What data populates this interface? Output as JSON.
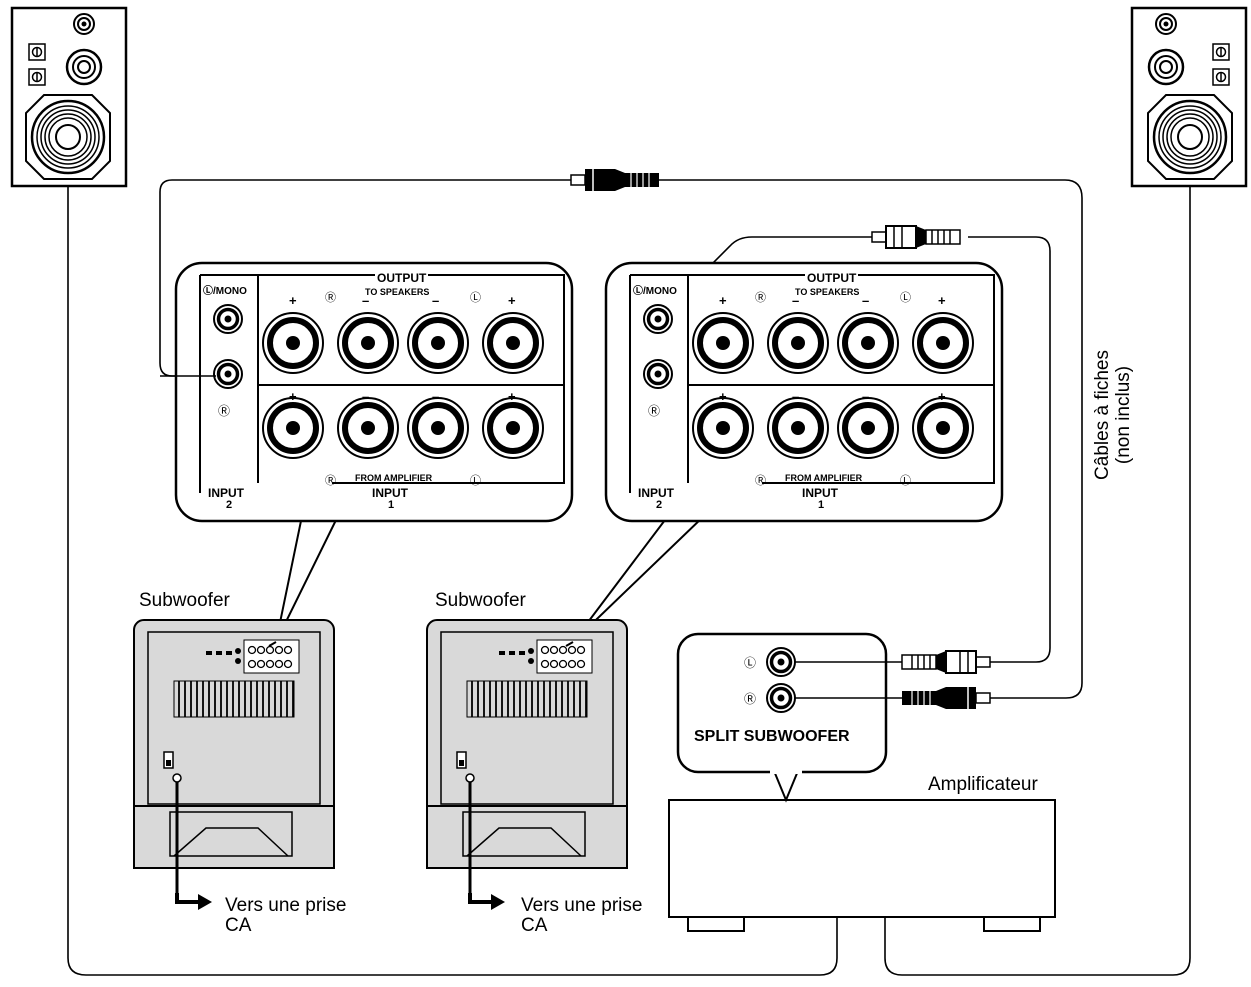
{
  "labels": {
    "subwoofer_left": "Subwoofer",
    "subwoofer_right": "Subwoofer",
    "ac_left_line1": "Vers une prise",
    "ac_left_line2": "CA",
    "ac_right_line1": "Vers une prise",
    "ac_right_line2": "CA",
    "amplifier": "Amplificateur",
    "cables_line1": "Câbles à fiches",
    "cables_line2": "(non inclus)"
  },
  "panel": {
    "mono": "Ⓛ/MONO",
    "r_mark": "Ⓡ",
    "l_mark": "Ⓛ",
    "output": "OUTPUT",
    "to_speakers": "TO SPEAKERS",
    "from_amplifier": "FROM AMPLIFIER",
    "input": "INPUT",
    "input2_num": "2",
    "input1_num": "1",
    "plus": "+",
    "minus": "–"
  },
  "amp_panel": {
    "title": "SPLIT SUBWOOFER",
    "l_mark": "Ⓛ",
    "r_mark": "Ⓡ"
  },
  "colors": {
    "line": "#000000",
    "cabinet": "#d9d9d9",
    "panel_bg": "#ffffff"
  }
}
